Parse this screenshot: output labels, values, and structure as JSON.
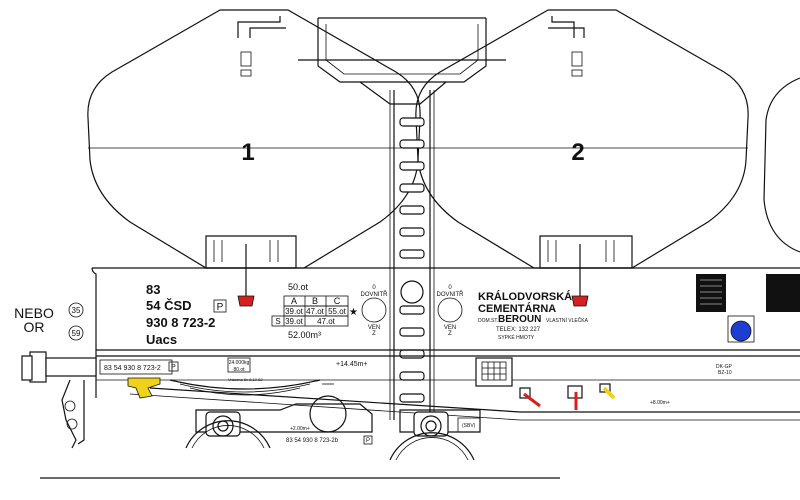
{
  "compartments": {
    "c1": "1",
    "c2": "2"
  },
  "alt_mark": {
    "l1": "NEBO",
    "l2": "OR",
    "speed_a": "35",
    "speed_b": "59"
  },
  "wagon": {
    "l1": "83",
    "l2": "54 ČSD",
    "p": "P",
    "l3": "930 8 723-2",
    "l4": "Uacs"
  },
  "load_table": {
    "top": "50.ot",
    "headers": [
      "A",
      "B",
      "C"
    ],
    "row1": [
      "39.ot",
      "47.ot",
      "55.ot"
    ],
    "s_label": "S",
    "row2": [
      "39.ot",
      "47.ot"
    ],
    "star": "★",
    "volume": "52.00m³"
  },
  "dial1": {
    "top1": "0",
    "top2": "DOVNITŘ",
    "bot1": "VEN",
    "bot2": "Z"
  },
  "dial2": {
    "top1": "0",
    "top2": "DOVNITŘ",
    "bot1": "VEN",
    "bot2": "Z"
  },
  "owner": {
    "l1": "KRÁLODVORSKÁ",
    "l2": "CEMENTÁRNA",
    "dom": "DOM.ST.",
    "city": "BEROUN",
    "siding": "VLASTNÍ VLEČKA",
    "telex": "TELEX:  132  227",
    "sypke": "SYPKÉ  HMOTY"
  },
  "frame": {
    "number": "83 54 930 8 723-2",
    "p": "P",
    "mass1": "24.000kg",
    "mass2": "80.ot",
    "rev": "Vrácena 8v 8.10.82",
    "length": "+14.45m+",
    "bogie_dist": "+2.00m+",
    "bogie_num": "83 54 930 8 723-2b",
    "bogie_p": "P",
    "sbv": "(SBV)",
    "dk1": "DK-GP",
    "dk2": "BZ-10",
    "right_dist": "+8.00m+"
  }
}
